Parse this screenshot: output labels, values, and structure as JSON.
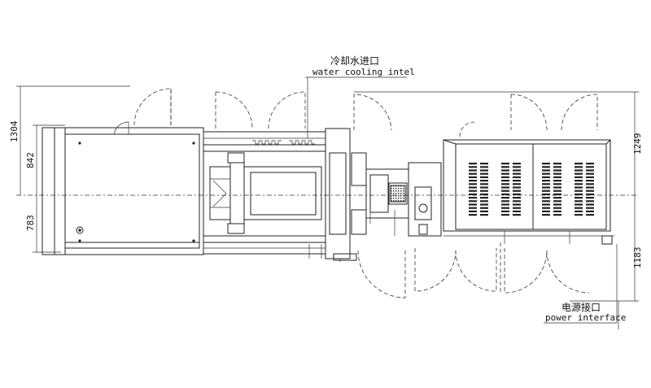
{
  "labels": {
    "cooling_cn": "冷却水进口",
    "cooling_en": "water cooling intel",
    "power_cn": "电源接口",
    "power_en": "power interface"
  },
  "dimensions": {
    "left_top": "1304",
    "left_mid": "842",
    "left_bottom": "783",
    "right_top": "1249",
    "right_bottom": "1183"
  }
}
